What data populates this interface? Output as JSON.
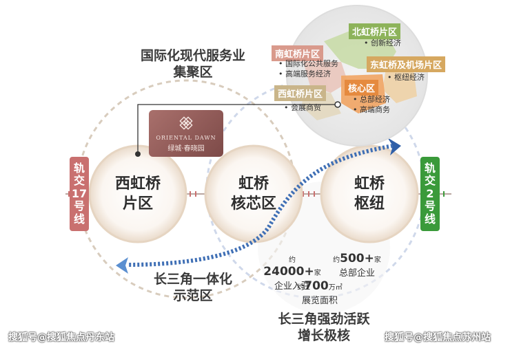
{
  "titles": {
    "top_line1": "国际化现代服务业",
    "top_line2": "集聚区",
    "bottom_left_line1": "长三角一体化",
    "bottom_left_line2": "示范区",
    "bottom_right_line1": "长三角强劲活跃",
    "bottom_right_line2": "增长极核"
  },
  "circles": [
    {
      "line1": "西虹桥",
      "line2": "片区"
    },
    {
      "line1": "虹桥",
      "line2": "核芯区"
    },
    {
      "line1": "虹桥",
      "line2": "枢纽"
    }
  ],
  "rails": {
    "left": {
      "chars": [
        "轨",
        "交",
        "17",
        "号",
        "线"
      ],
      "color": "#c9706f"
    },
    "right": {
      "chars": [
        "轨",
        "交",
        "2",
        "号",
        "线"
      ],
      "color": "#3a9a3a"
    }
  },
  "logo": {
    "en": "ORIENTAL DAWN",
    "cn": "绿城·春晓园"
  },
  "map": {
    "north": {
      "tag": "北虹桥片区",
      "bullets": [
        "创新经济"
      ],
      "color": "#8db35a"
    },
    "south": {
      "tag": "南虹桥片区",
      "bullets": [
        "国际化公共服务",
        "高端服务经济"
      ],
      "color": "#d99a8c"
    },
    "east": {
      "tag": "东虹桥及机场片区",
      "bullets": [
        "枢纽经济"
      ],
      "color": "#d6a860"
    },
    "west": {
      "tag": "西虹桥片区",
      "bullets": [
        "会展商贸"
      ],
      "color": "#c9b58a"
    },
    "core": {
      "tag": "核心区",
      "bullets": [
        "总部经济",
        "高端商务"
      ],
      "color": "#e58a3f"
    }
  },
  "stats": [
    {
      "pre": "约",
      "num": "24000+",
      "unit": "家",
      "label": "企业入驻"
    },
    {
      "pre": "约",
      "num": "500+",
      "unit": "家",
      "label": "总部企业"
    },
    {
      "pre": "约",
      "num": "700",
      "unit": "万㎡",
      "label": "展览面积"
    }
  ],
  "watermarks": {
    "left": "搜狐号@搜狐焦点丹东站",
    "right": "搜狐号@搜狐焦点苏州站"
  }
}
